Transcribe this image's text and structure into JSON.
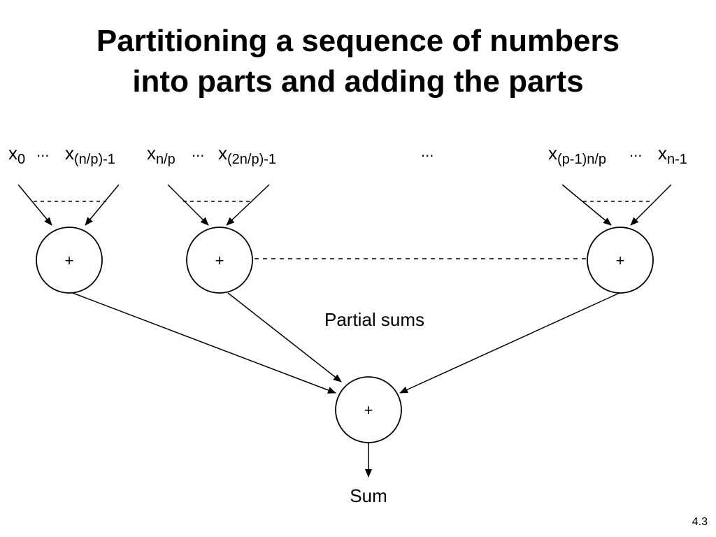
{
  "slide": {
    "title_line1": "Partitioning a sequence of numbers",
    "title_line2": "into parts and adding the parts",
    "page_number": "4.3"
  },
  "diagram": {
    "groups": [
      {
        "first": {
          "base": "x",
          "sub": "0"
        },
        "ellipsis": "...",
        "last": {
          "base": "x",
          "sub": "(n/p)-1"
        },
        "operator": "+"
      },
      {
        "first": {
          "base": "x",
          "sub": "n/p"
        },
        "ellipsis": "...",
        "last": {
          "base": "x",
          "sub": "(2n/p)-1"
        },
        "operator": "+"
      },
      {
        "first": {
          "base": "x",
          "sub": "(p-1)n/p"
        },
        "ellipsis": "...",
        "last": {
          "base": "x",
          "sub": "n-1"
        },
        "operator": "+"
      }
    ],
    "middle_ellipsis": "...",
    "partial_sums_label": "Partial sums",
    "final_operator": "+",
    "output_label": "Sum"
  }
}
